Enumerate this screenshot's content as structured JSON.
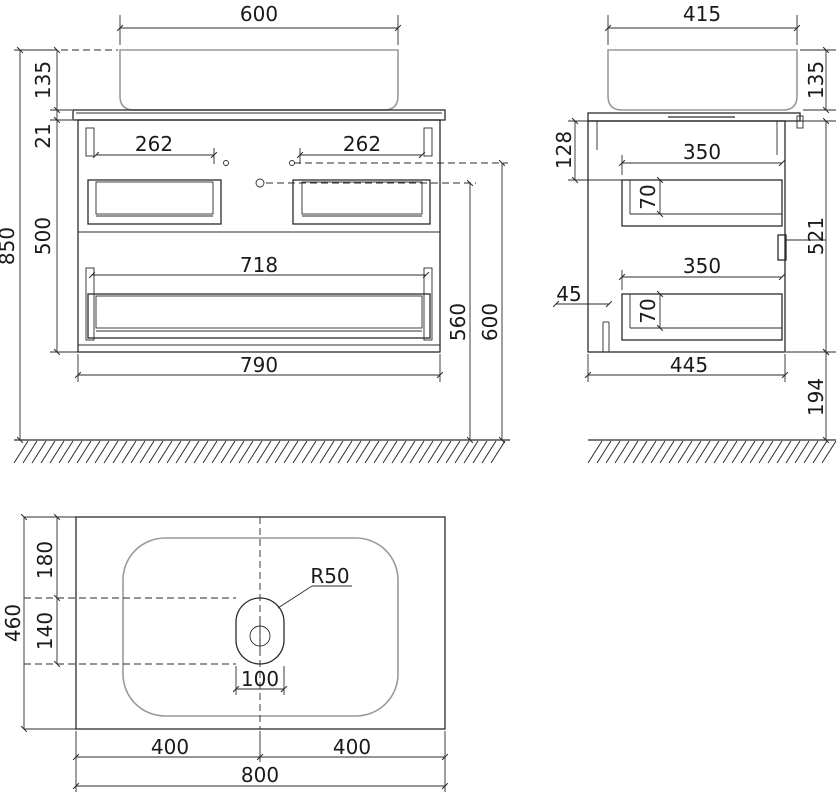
{
  "front_view": {
    "dims": {
      "basin_width": "600",
      "basin_height": "135",
      "top_thickness": "21",
      "cabinet_height": "500",
      "drawer_inner_left": "262",
      "drawer_inner_right": "262",
      "drawer_inner_lower": "718",
      "cabinet_width": "790",
      "outlet_height": "560",
      "top_height": "600",
      "total_height": "850"
    }
  },
  "side_view": {
    "dims": {
      "basin_depth": "415",
      "basin_height": "135",
      "drawer_offset": "128",
      "upper_drawer_depth": "350",
      "upper_drawer_height": "70",
      "cabinet_height": "521",
      "lower_drawer_depth": "350",
      "lower_drawer_height": "70",
      "back_gap": "45",
      "cabinet_depth": "445",
      "floor_clearance": "194"
    }
  },
  "top_view": {
    "dims": {
      "edge_to_drain": "180",
      "drain_slot": "140",
      "top_depth": "460",
      "drain_radius": "R50",
      "drain_width": "100",
      "left_half": "400",
      "right_half": "400",
      "top_width": "800"
    }
  },
  "colors": {
    "line": "#2b2b2b",
    "basin_outline": "#9a9a9a",
    "background": "#ffffff"
  }
}
